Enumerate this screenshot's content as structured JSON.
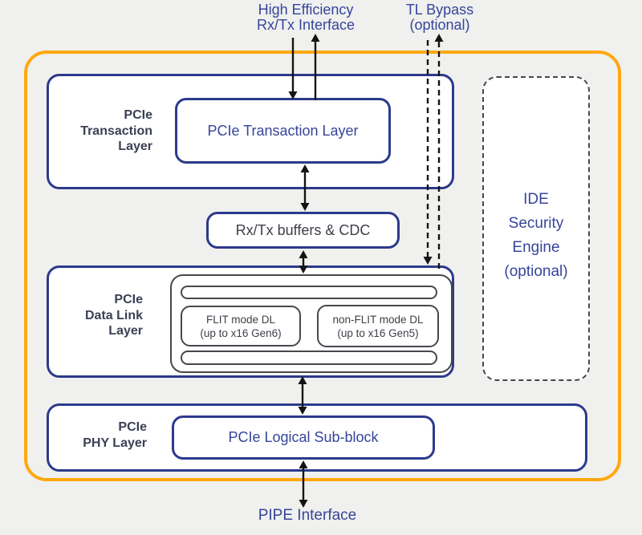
{
  "diagram": {
    "external_labels": {
      "high_efficiency_interface": "High Efficiency\nRx/Tx Interface",
      "tl_bypass": "TL Bypass\n(optional)",
      "pipe_interface": "PIPE Interface"
    },
    "transaction_layer": {
      "section_label": "PCIe\nTransaction\nLayer",
      "inner_block": "PCIe Transaction Layer"
    },
    "rxtx_buffers_block": "Rx/Tx buffers & CDC",
    "data_link_layer": {
      "section_label": "PCIe\nData Link\nLayer",
      "flit_block": "FLIT mode DL\n(up to x16 Gen6)",
      "non_flit_block": "non-FLIT mode DL\n(up to x16 Gen5)"
    },
    "phy_layer": {
      "section_label": "PCIe\nPHY Layer",
      "inner_block": "PCIe Logical Sub-block"
    },
    "ide_security_engine": "IDE\nSecurity\nEngine\n(optional)"
  },
  "colors": {
    "background": "#f0f0ee",
    "outer_border": "#ffa80f",
    "box_border": "#2c3a8c",
    "blue_text": "#36459b",
    "section_label_text": "#3b4054",
    "gray_border": "#47474d",
    "gray_text": "#3d4048",
    "arrow": "#141414"
  }
}
